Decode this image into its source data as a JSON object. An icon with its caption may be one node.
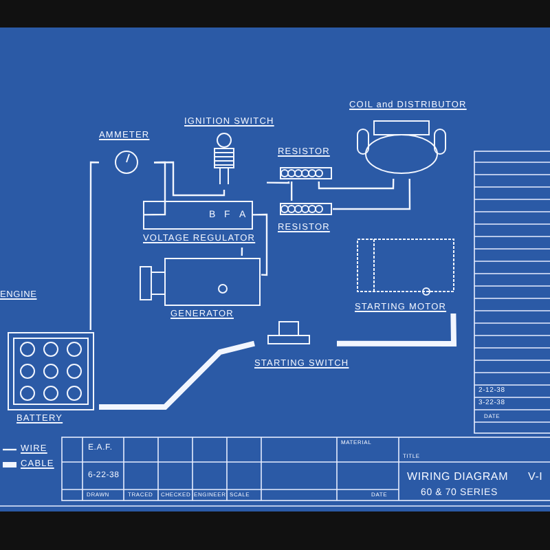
{
  "diagram": {
    "nodes": [
      {
        "text": [
          "AMMETER"
        ]
      },
      {
        "text": [
          "IGNITION SWITCH"
        ]
      },
      {
        "text": [
          "B",
          "F",
          "A",
          "VOLTAGE REGULATOR"
        ]
      },
      {
        "text": [
          "GENERATOR"
        ]
      },
      {
        "text": [
          "RESISTOR"
        ]
      },
      {
        "text": [
          "RESISTOR"
        ]
      },
      {
        "text": [
          "COIL and DISTRIBUTOR"
        ]
      },
      {
        "text": [
          "STARTING MOTOR"
        ]
      },
      {
        "text": [
          "STARTING SWITCH"
        ]
      },
      {
        "text": [
          "BATTERY"
        ]
      }
    ],
    "edges": [
      {
        "from": 0,
        "to": 9,
        "arrow": "none"
      },
      {
        "from": 0,
        "to": 2,
        "arrow": "none"
      },
      {
        "from": 0,
        "to": 1,
        "arrow": "none"
      },
      {
        "from": 1,
        "to": 4,
        "arrow": "none"
      },
      {
        "from": 4,
        "to": 5,
        "arrow": "none"
      },
      {
        "from": 4,
        "to": 6,
        "arrow": "none"
      },
      {
        "from": 5,
        "to": 6,
        "arrow": "none"
      },
      {
        "from": 2,
        "to": 3,
        "arrow": "none"
      },
      {
        "from": 2,
        "to": 3,
        "arrow": "none"
      },
      {
        "from": 9,
        "to": 8,
        "arrow": "none",
        "style": "thick"
      },
      {
        "from": 8,
        "to": 7,
        "arrow": "none",
        "style": "thick"
      }
    ],
    "labels": [
      "ENGINE",
      "2-12-38",
      "3-22-38",
      "DATE",
      "E.A.F.",
      "MATERIAL",
      "TITLE",
      "6-22-38",
      "WIRING DIAGRAM",
      "V-I",
      "60 & 70 SERIES",
      "DRAWN",
      "TRACED",
      "CHECKED",
      "ENGINEER",
      "SCALE",
      "DATE"
    ],
    "legend": [
      {
        "text": "WIRE"
      },
      {
        "text": "CABLE"
      }
    ]
  }
}
